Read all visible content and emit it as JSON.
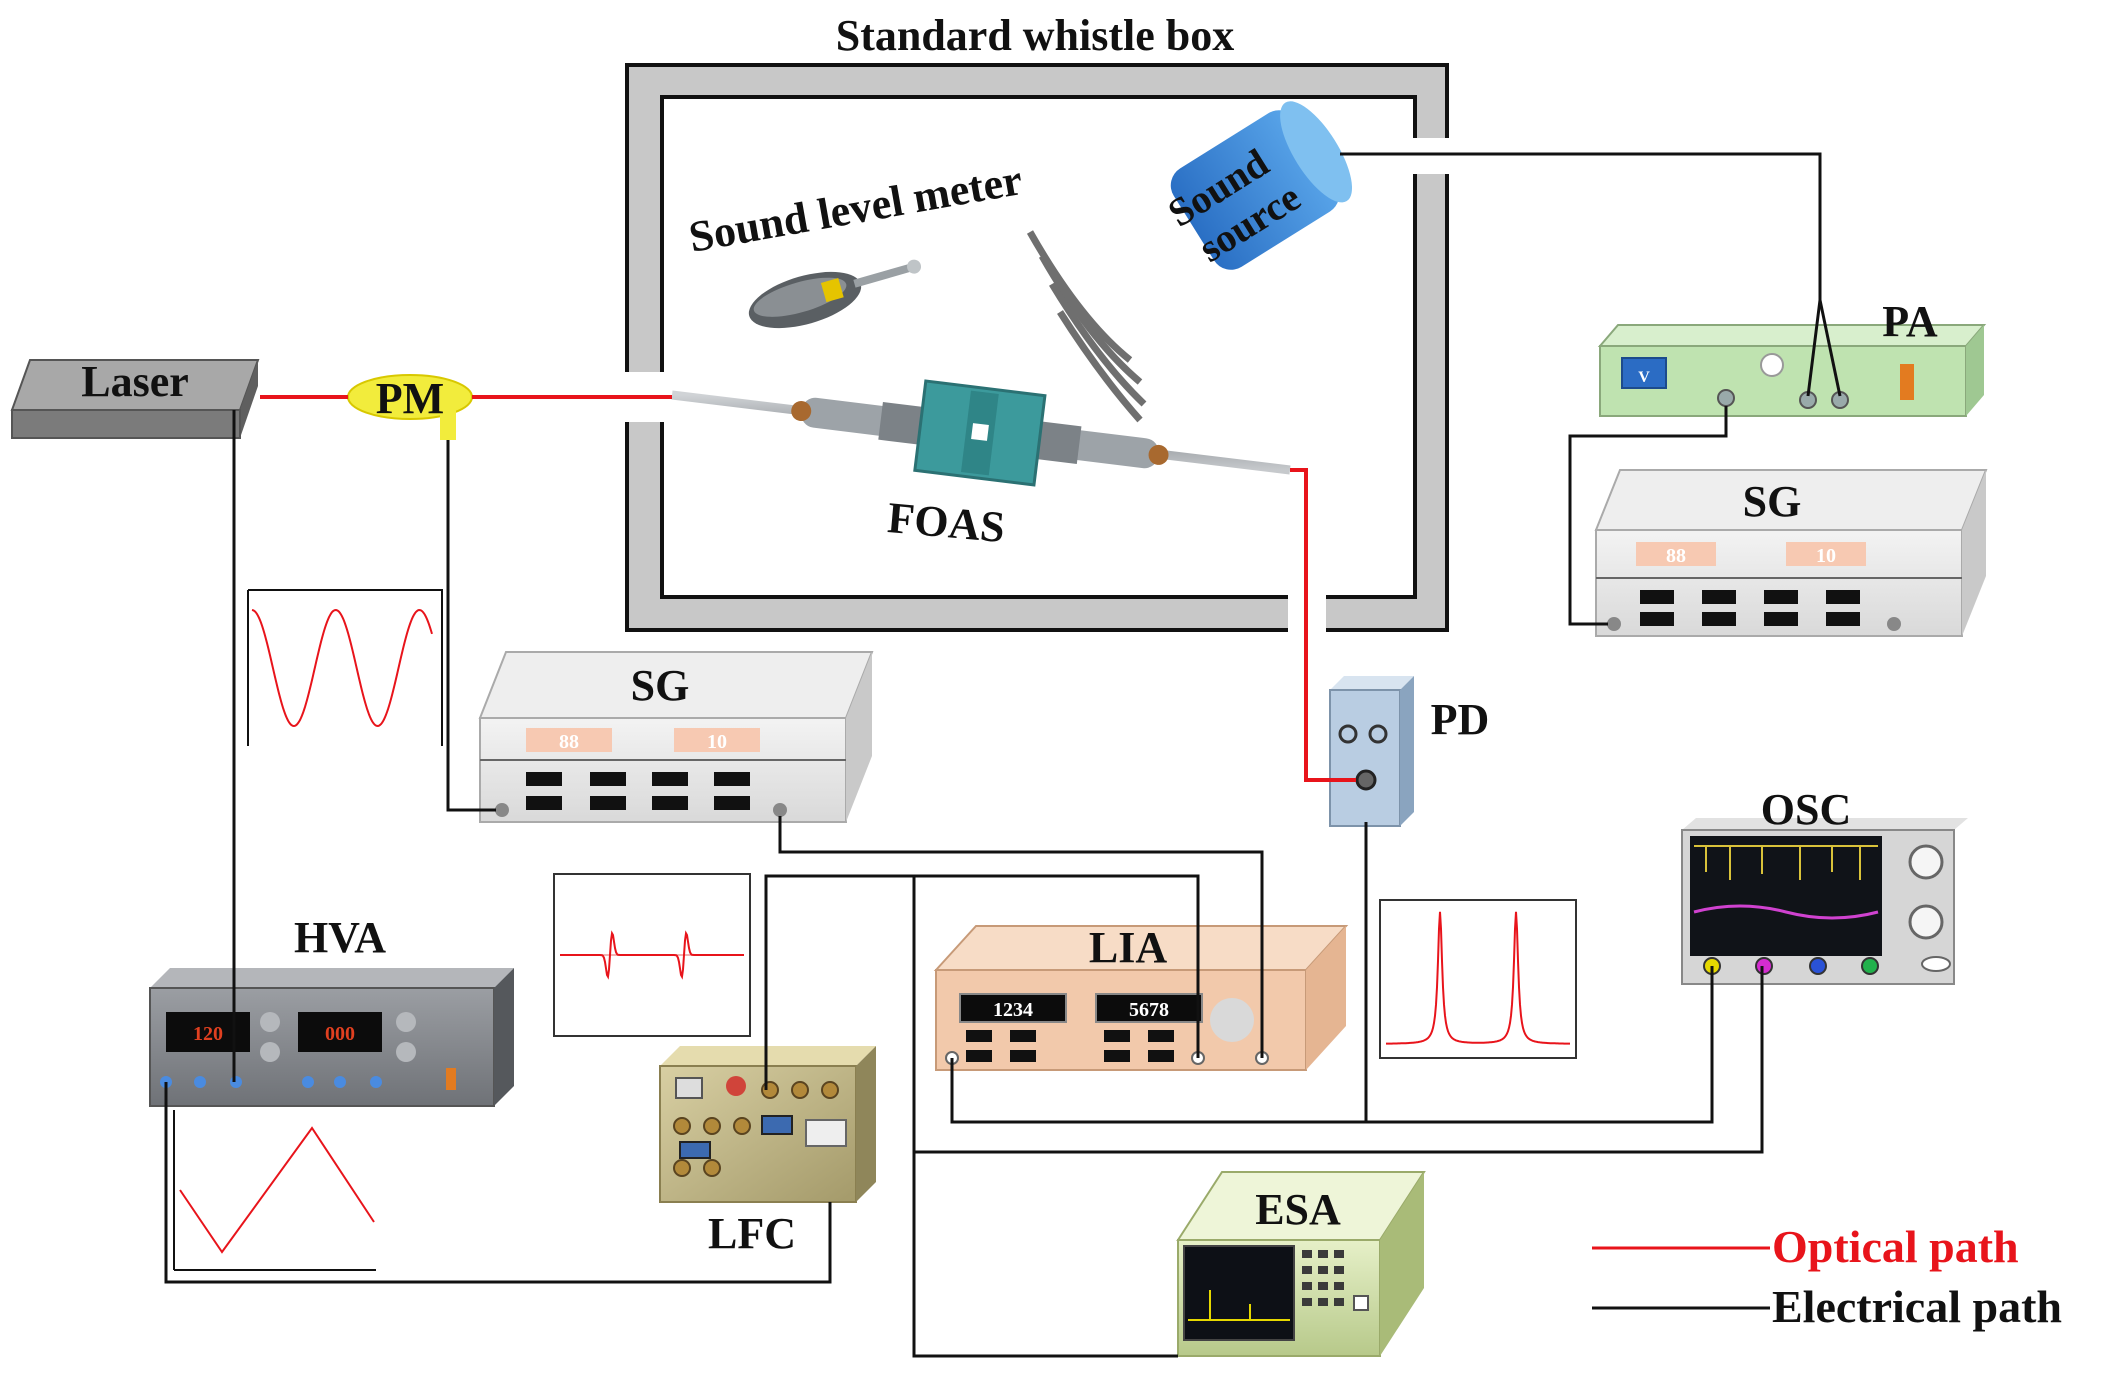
{
  "labels": {
    "box_title": "Standard whistle box",
    "sound_level_meter": "Sound level meter",
    "sound_source_1": "Sound",
    "sound_source_2": "source",
    "laser": "Laser",
    "pm": "PM",
    "foas": "FOAS",
    "pa": "PA",
    "sg_right": "SG",
    "sg_mid": "SG",
    "pd": "PD",
    "osc": "OSC",
    "hva": "HVA",
    "lia": "LIA",
    "lfc": "LFC",
    "esa": "ESA"
  },
  "displays": {
    "sg_right_1": "88",
    "sg_right_2": "10",
    "sg_mid_1": "88",
    "sg_mid_2": "10",
    "hva_1": "120",
    "hva_2": "000",
    "lia_1": "1234",
    "lia_2": "5678",
    "pa_meter": "V"
  },
  "legend": {
    "optical": "Optical path",
    "electrical": "Electrical path"
  },
  "colors": {
    "optical_path": "#e8141b",
    "electrical_path": "#111111",
    "sound_source": "#3a86d6",
    "pa_body": "#bfe3b0",
    "lia_body": "#f2c9ab",
    "fiber_holder": "#3c9a9c",
    "display_orange": "#f7c9b2"
  }
}
